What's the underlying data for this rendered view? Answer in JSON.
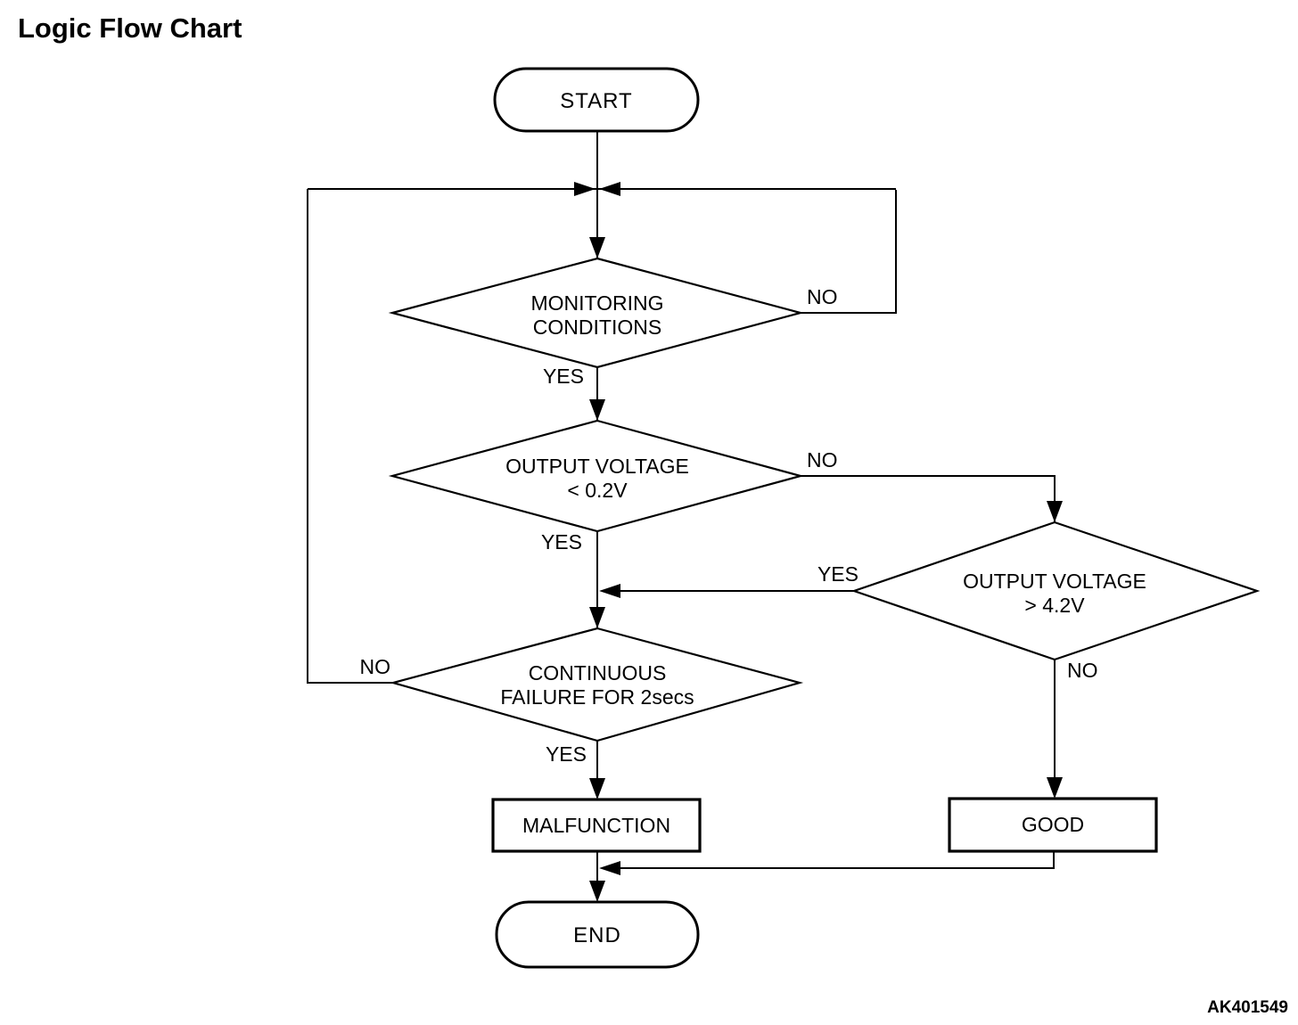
{
  "title": "Logic Flow Chart",
  "figure_code": "AK401549",
  "flowchart": {
    "nodes": {
      "start": {
        "type": "terminator",
        "label": "START"
      },
      "monitoring_conditions": {
        "type": "decision",
        "line1": "MONITORING",
        "line2": "CONDITIONS"
      },
      "output_voltage_low": {
        "type": "decision",
        "line1": "OUTPUT VOLTAGE",
        "line2": "< 0.2V"
      },
      "output_voltage_high": {
        "type": "decision",
        "line1": "OUTPUT VOLTAGE",
        "line2": "> 4.2V"
      },
      "continuous_failure": {
        "type": "decision",
        "line1": "CONTINUOUS",
        "line2": "FAILURE FOR 2secs"
      },
      "malfunction": {
        "type": "process",
        "label": "MALFUNCTION"
      },
      "good": {
        "type": "process",
        "label": "GOOD"
      },
      "end": {
        "type": "terminator",
        "label": "END"
      }
    },
    "edges": {
      "monitoring_yes": {
        "from": "monitoring_conditions",
        "to": "output_voltage_low",
        "label": "YES"
      },
      "monitoring_no": {
        "from": "monitoring_conditions",
        "to": "monitoring_conditions",
        "label": "NO"
      },
      "output_low_yes": {
        "from": "output_voltage_low",
        "to": "continuous_failure",
        "label": "YES"
      },
      "output_low_no": {
        "from": "output_voltage_low",
        "to": "output_voltage_high",
        "label": "NO"
      },
      "output_high_yes": {
        "from": "output_voltage_high",
        "to": "continuous_failure",
        "label": "YES"
      },
      "output_high_no": {
        "from": "output_voltage_high",
        "to": "good",
        "label": "NO"
      },
      "continuous_yes": {
        "from": "continuous_failure",
        "to": "malfunction",
        "label": "YES"
      },
      "continuous_no": {
        "from": "continuous_failure",
        "to": "monitoring_conditions",
        "label": "NO"
      }
    },
    "colors": {
      "line": "#000000",
      "background": "#ffffff"
    }
  }
}
